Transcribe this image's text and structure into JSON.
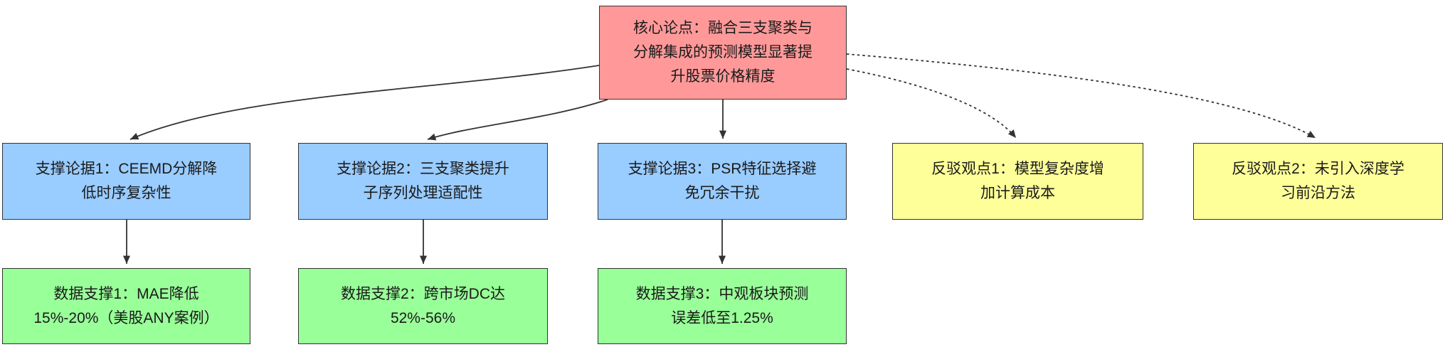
{
  "diagram": {
    "type": "argument-flowchart",
    "direction": "top-down"
  },
  "nodes": {
    "core": {
      "label": "核心论点：融合三支聚类与\n分解集成的预测模型显著提\n升股票价格精度",
      "role": "core-thesis"
    },
    "support1": {
      "label": "支撑论据1：CEEMD分解降\n低时序复杂性",
      "role": "supporting-argument"
    },
    "support2": {
      "label": "支撑论据2：三支聚类提升\n子序列处理适配性",
      "role": "supporting-argument"
    },
    "support3": {
      "label": "支撑论据3：PSR特征选择避\n免冗余干扰",
      "role": "supporting-argument"
    },
    "rebuttal1": {
      "label": "反驳观点1：模型复杂度增\n加计算成本",
      "role": "counter-argument"
    },
    "rebuttal2": {
      "label": "反驳观点2：未引入深度学\n习前沿方法",
      "role": "counter-argument"
    },
    "data1": {
      "label": "数据支撑1：MAE降低\n15%-20%（美股ANY案例）",
      "role": "data-evidence"
    },
    "data2": {
      "label": "数据支撑2：跨市场DC达\n52%-56%",
      "role": "data-evidence"
    },
    "data3": {
      "label": "数据支撑3：中观板块预测\n误差低至1.25%",
      "role": "data-evidence"
    }
  },
  "edges": [
    {
      "from": "core",
      "to": "support1",
      "style": "solid"
    },
    {
      "from": "core",
      "to": "support2",
      "style": "solid"
    },
    {
      "from": "core",
      "to": "support3",
      "style": "solid"
    },
    {
      "from": "core",
      "to": "rebuttal1",
      "style": "dotted"
    },
    {
      "from": "core",
      "to": "rebuttal2",
      "style": "dotted"
    },
    {
      "from": "support1",
      "to": "data1",
      "style": "solid"
    },
    {
      "from": "support2",
      "to": "data2",
      "style": "solid"
    },
    {
      "from": "support3",
      "to": "data3",
      "style": "solid"
    }
  ],
  "colors": {
    "core": "#ff9999",
    "support": "#99ccff",
    "rebuttal": "#ffff99",
    "data": "#99ff99",
    "border": "#333333",
    "edge": "#333333",
    "background": "#ffffff"
  }
}
